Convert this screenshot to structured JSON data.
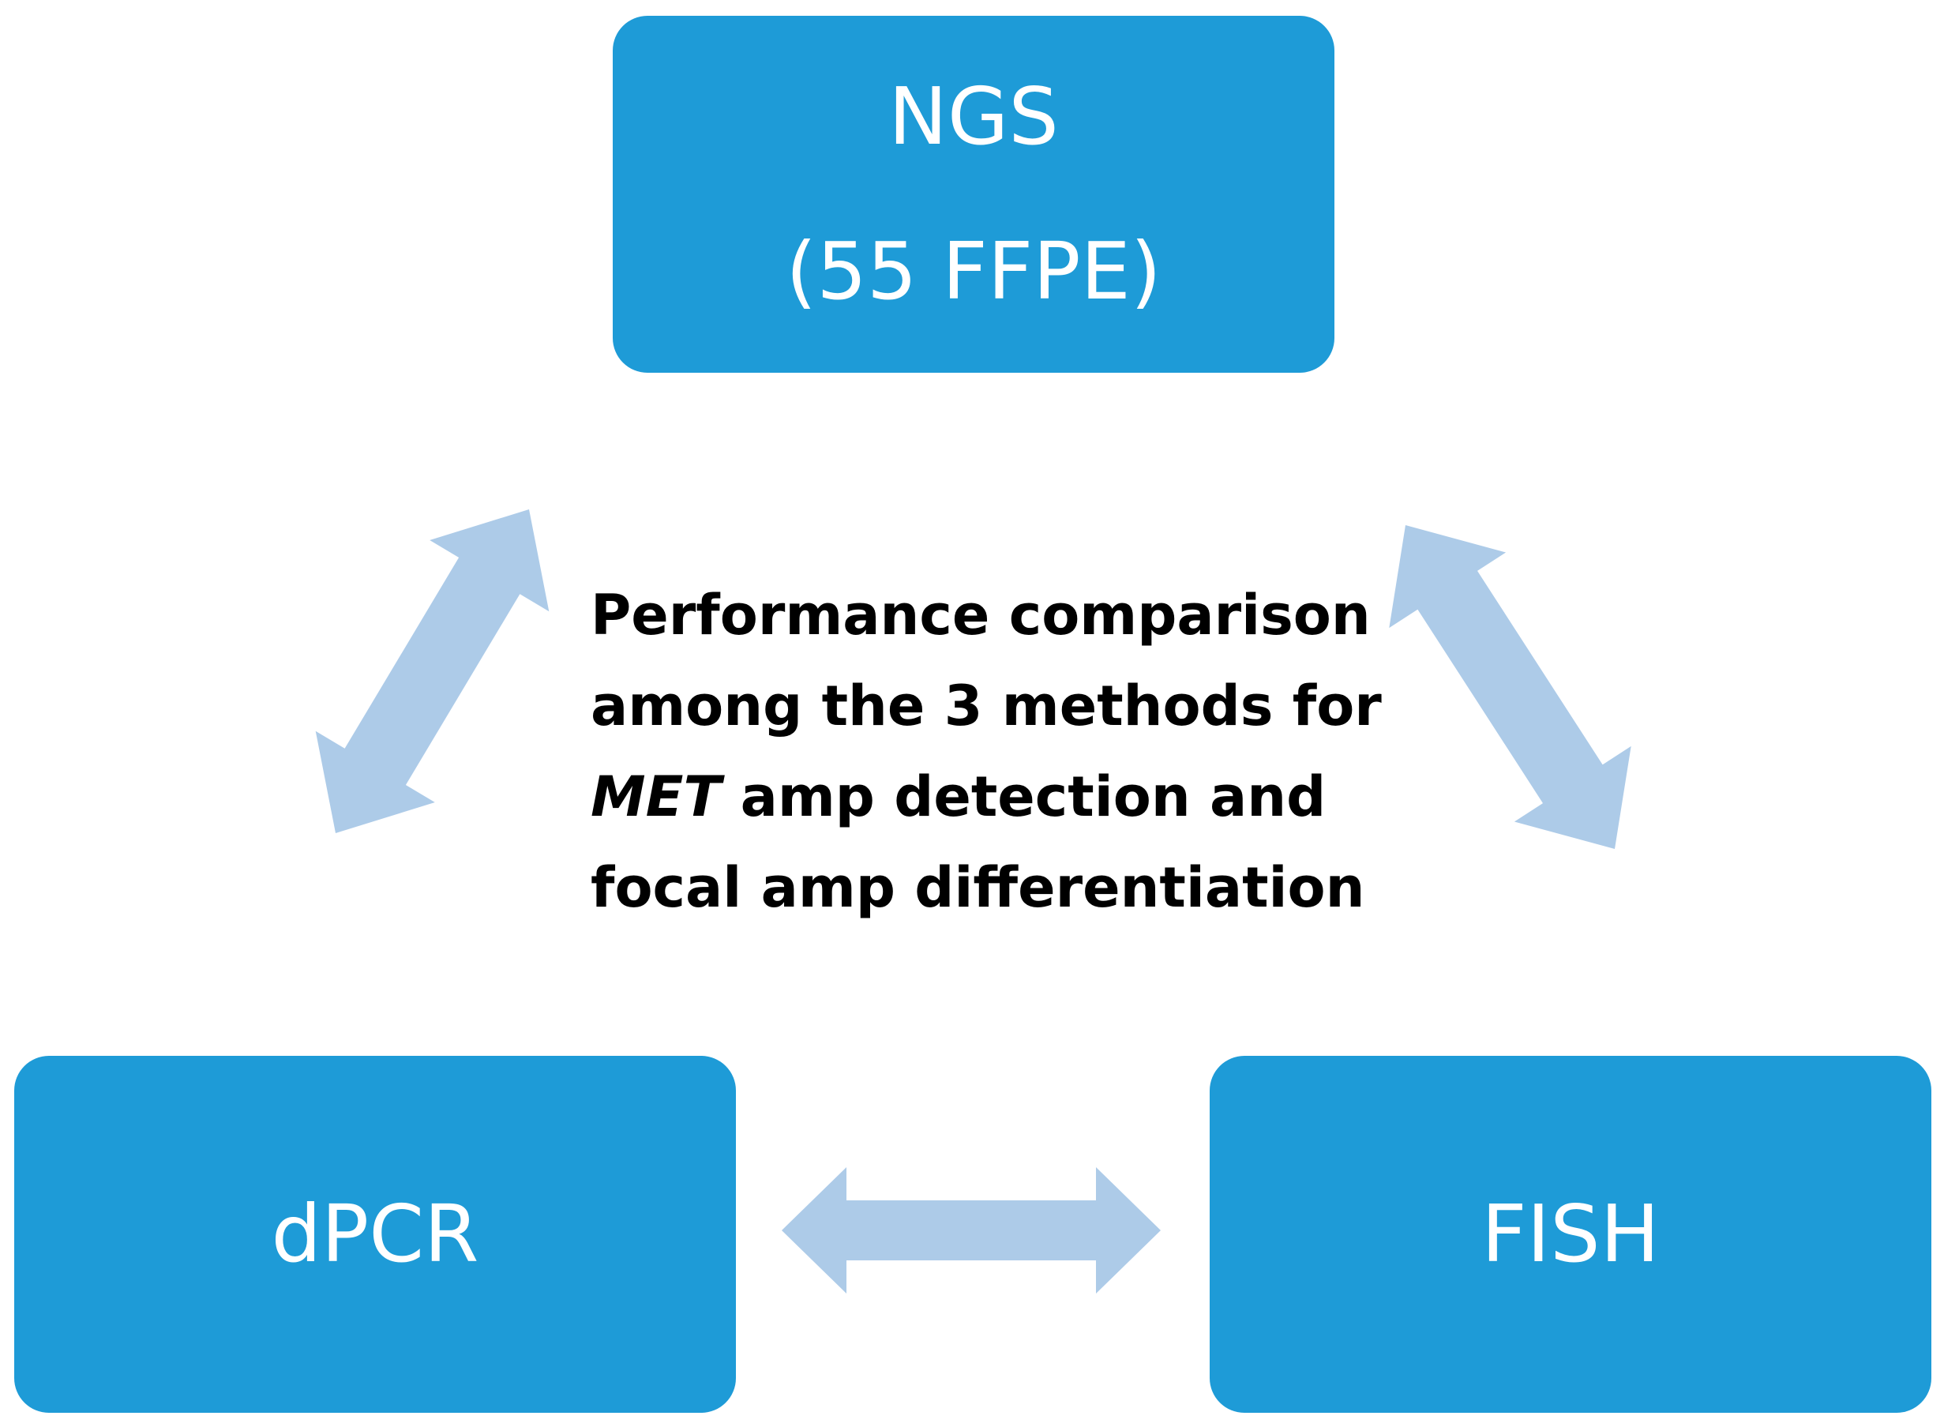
{
  "colors": {
    "box_fill": "#1e9bd7",
    "box_text": "#ffffff",
    "arrow_fill": "#adcbe8",
    "caption_text": "#000000"
  },
  "nodes": {
    "ngs": {
      "line1": "NGS",
      "line2": "(55 FFPE)"
    },
    "dpcr": {
      "label": "dPCR"
    },
    "fish": {
      "label": "FISH"
    }
  },
  "caption": {
    "line1": "Performance comparison",
    "line2": "among the 3 methods for",
    "line3_italic": "MET",
    "line3_rest": " amp detection and",
    "line4": "focal amp differentiation"
  },
  "edges": [
    {
      "from": "NGS",
      "to": "dPCR",
      "style": "double-arrow"
    },
    {
      "from": "NGS",
      "to": "FISH",
      "style": "double-arrow"
    },
    {
      "from": "dPCR",
      "to": "FISH",
      "style": "double-arrow"
    }
  ]
}
